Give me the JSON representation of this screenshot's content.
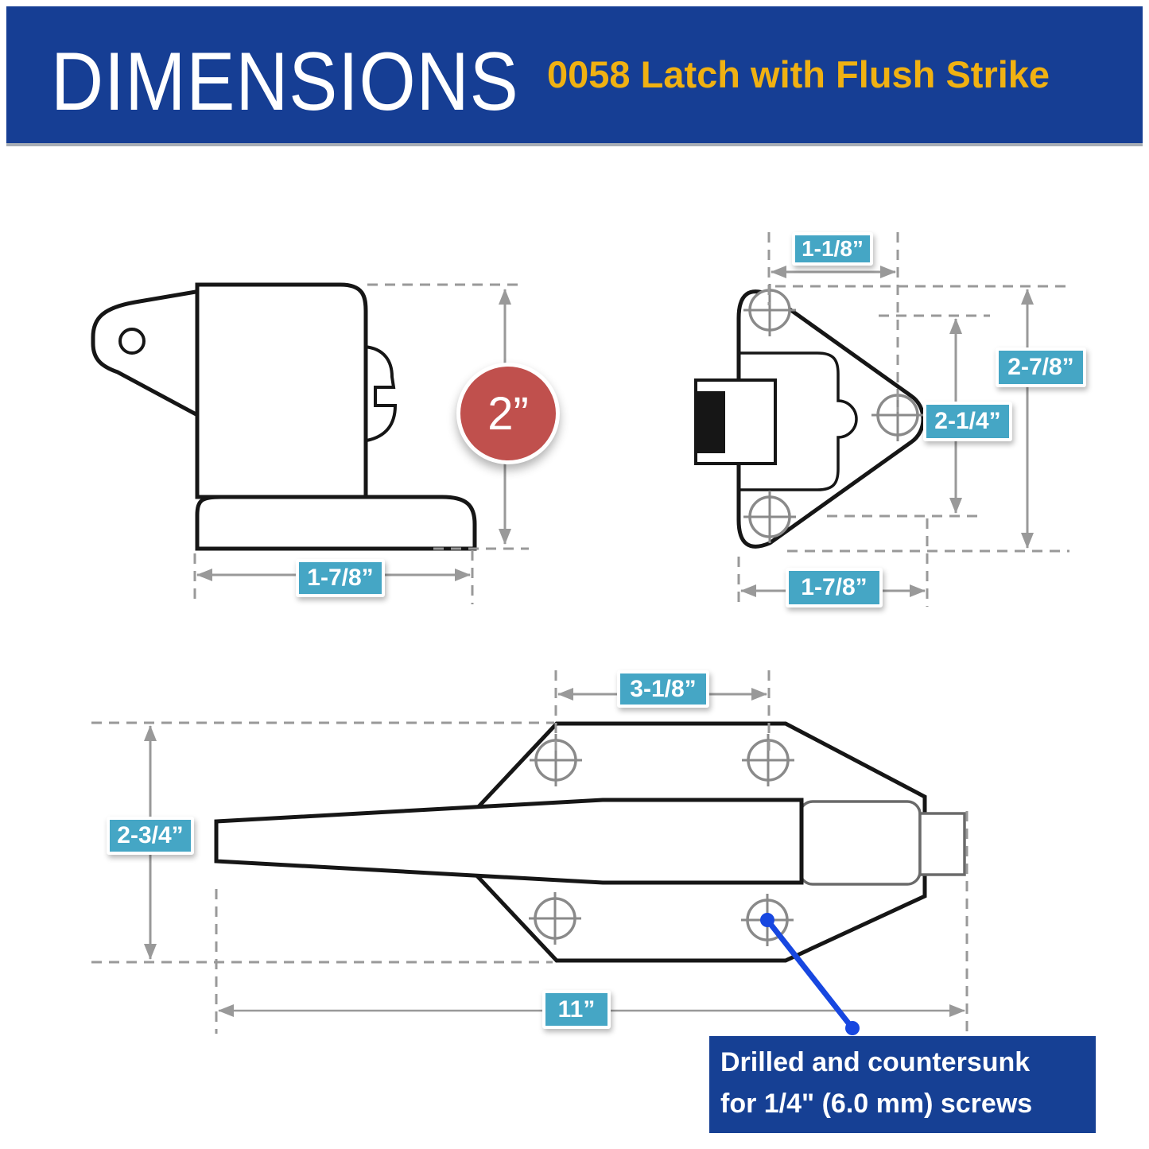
{
  "header": {
    "title": "DIMENSIONS",
    "subtitle": "0058 Latch with Flush Strike"
  },
  "side_view": {
    "height_label": "2”",
    "width_label": "1-7/8”"
  },
  "front_view": {
    "hole_spacing_label": "1-1/8”",
    "height_label": "2-7/8”",
    "hole_height_label": "2-1/4”",
    "width_label": "1-7/8”"
  },
  "plan_view": {
    "hole_spacing_label": "3-1/8”",
    "height_label": "2-3/4”",
    "length_label": "11”"
  },
  "note": {
    "line1": "Drilled and countersunk",
    "line2": "for 1/4\" (6.0 mm) screws"
  },
  "colors": {
    "banner_blue": "#163e94",
    "accent_yellow": "#f0b112",
    "label_teal": "#45a6c5",
    "badge_red": "#c0504d",
    "dimension_gray": "#999999",
    "callout_blue": "#1747e0"
  }
}
